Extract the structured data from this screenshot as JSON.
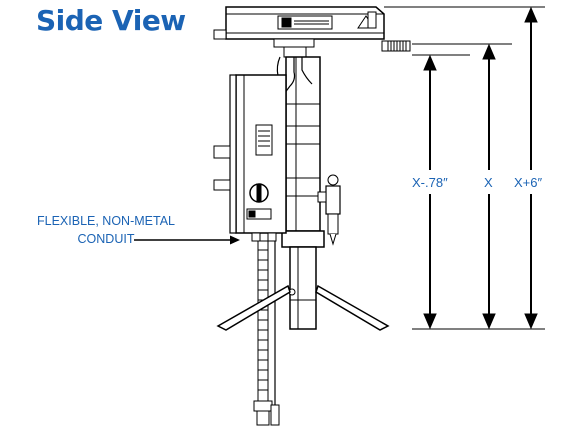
{
  "title": "Side View",
  "callout": {
    "line1": "FLEXIBLE, NON-METAL",
    "line2": "CONDUIT"
  },
  "dimensions": {
    "short": "X-.78″",
    "mid": "X",
    "tall": "X+6″"
  },
  "colors": {
    "accent": "#1b63b4",
    "line": "#000000"
  }
}
